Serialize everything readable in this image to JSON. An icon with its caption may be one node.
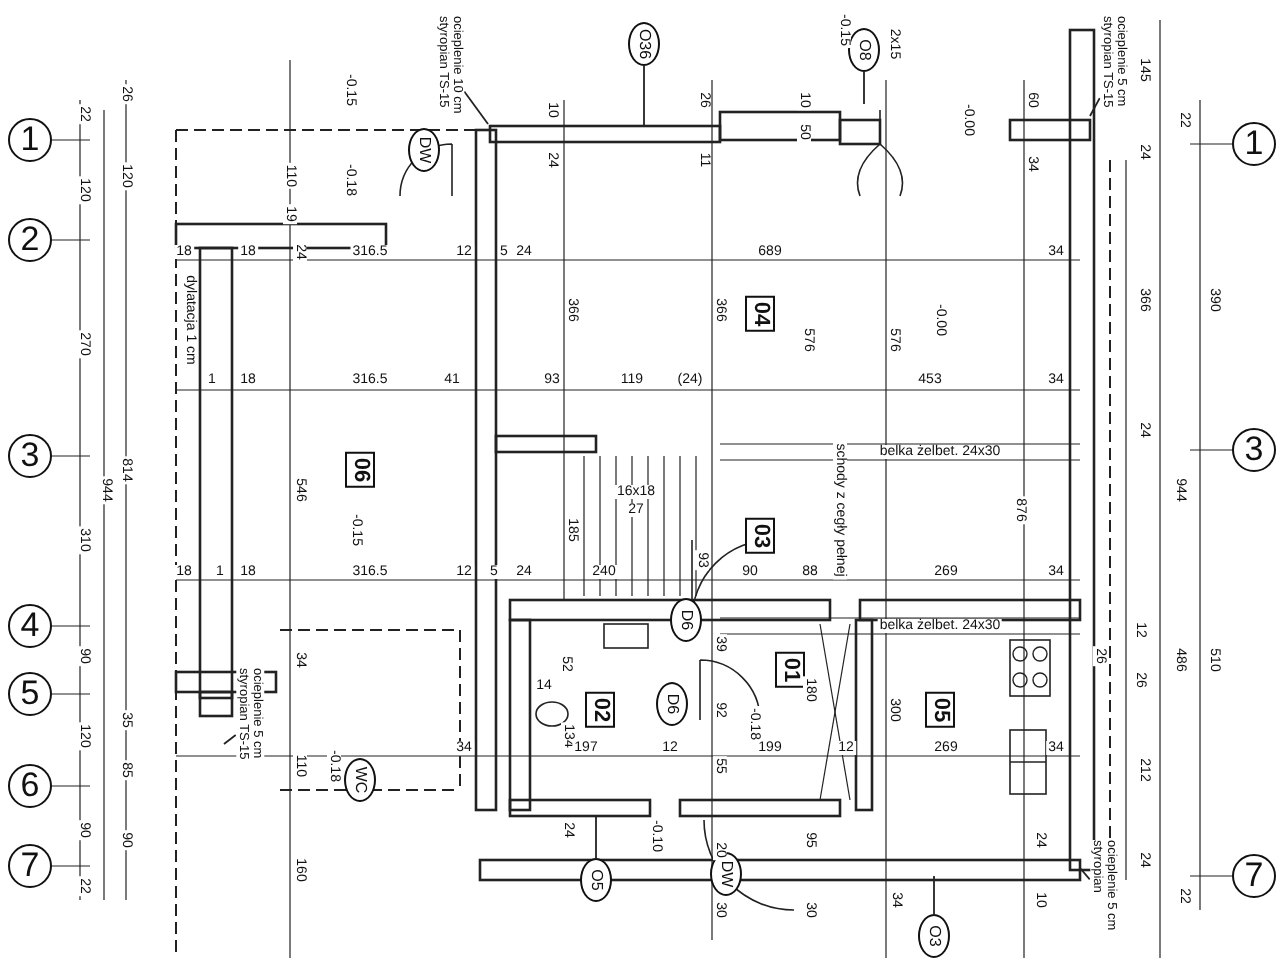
{
  "diagram": {
    "nodes": [
      {
        "text": [
          "1"
        ]
      },
      {
        "text": [
          "2"
        ]
      },
      {
        "text": [
          "3"
        ]
      },
      {
        "text": [
          "4"
        ]
      },
      {
        "text": [
          "5"
        ]
      },
      {
        "text": [
          "6"
        ]
      },
      {
        "text": [
          "7"
        ]
      },
      {
        "text": [
          "1"
        ]
      },
      {
        "text": [
          "3"
        ]
      },
      {
        "text": [
          "7"
        ]
      },
      {
        "text": [
          "06"
        ]
      },
      {
        "text": [
          "04"
        ]
      },
      {
        "text": [
          "03"
        ]
      },
      {
        "text": [
          "01"
        ]
      },
      {
        "text": [
          "02"
        ]
      },
      {
        "text": [
          "05"
        ]
      },
      {
        "text": [
          "O36"
        ]
      },
      {
        "text": [
          "O8"
        ]
      },
      {
        "text": [
          "DW"
        ]
      },
      {
        "text": [
          "WC"
        ]
      },
      {
        "text": [
          "D6"
        ]
      },
      {
        "text": [
          "D6"
        ]
      },
      {
        "text": [
          "O5"
        ]
      },
      {
        "text": [
          "DW"
        ]
      },
      {
        "text": [
          "O3"
        ]
      },
      {
        "text": [
          "ocieplenie 10 cm styropian TS-15"
        ]
      },
      {
        "text": [
          "ocieplenie 5 cm styropian TS-15"
        ]
      },
      {
        "text": [
          "ocieplenie 5 cm styropian TS-15"
        ]
      },
      {
        "text": [
          "ocieplenie 5 cm styropian"
        ]
      }
    ],
    "edges": [
      {
        "from": 16,
        "to": null,
        "arrow": "none"
      },
      {
        "from": 17,
        "to": null,
        "arrow": "none"
      },
      {
        "from": 22,
        "to": null,
        "arrow": "none"
      },
      {
        "from": 24,
        "to": null,
        "arrow": "none"
      },
      {
        "from": 25,
        "to": null,
        "arrow": "none"
      },
      {
        "from": 26,
        "to": null,
        "arrow": "none"
      },
      {
        "from": 27,
        "to": null,
        "arrow": "none"
      },
      {
        "from": 28,
        "to": null,
        "arrow": "none"
      }
    ],
    "labels": [
      "22",
      "120",
      "270",
      "310",
      "90",
      "120",
      "90",
      "22",
      "944",
      "26",
      "120",
      "814",
      "35",
      "85",
      "90",
      "-0.15",
      "-0.18",
      "110",
      "19",
      "18",
      "18",
      "24",
      "316.5",
      "12",
      "5",
      "24",
      "689",
      "34",
      "dylatacja 1 cm",
      "366",
      "366",
      "576",
      "576",
      "-0.00",
      "1",
      "18",
      "316.5",
      "41",
      "93",
      "119",
      "(24)",
      "453",
      "34",
      "546",
      "-0.15",
      "belka żelbet. 24x30",
      "16x18",
      "27",
      "185",
      "876",
      "schody z cegły pełnej",
      "18",
      "1",
      "18",
      "316.5",
      "12",
      "5",
      "24",
      "240",
      "93",
      "90",
      "88",
      "269",
      "34",
      "belka żelbet. 24x30",
      "52",
      "14",
      "39",
      "134",
      "92",
      "-0.18",
      "180",
      "300",
      "34",
      "197",
      "12",
      "55",
      "199",
      "12",
      "269",
      "34",
      "34",
      "110",
      "-0.18",
      "160",
      "24",
      "-0.10",
      "20",
      "95",
      "30",
      "30",
      "24",
      "34",
      "10",
      "145",
      "22",
      "24",
      "366",
      "390",
      "24",
      "944",
      "12",
      "26",
      "26",
      "486",
      "510",
      "212",
      "24",
      "22",
      "10",
      "24",
      "26",
      "11",
      "10",
      "50",
      "-0.15",
      "2x15",
      "-0.00",
      "60",
      "34"
    ]
  }
}
